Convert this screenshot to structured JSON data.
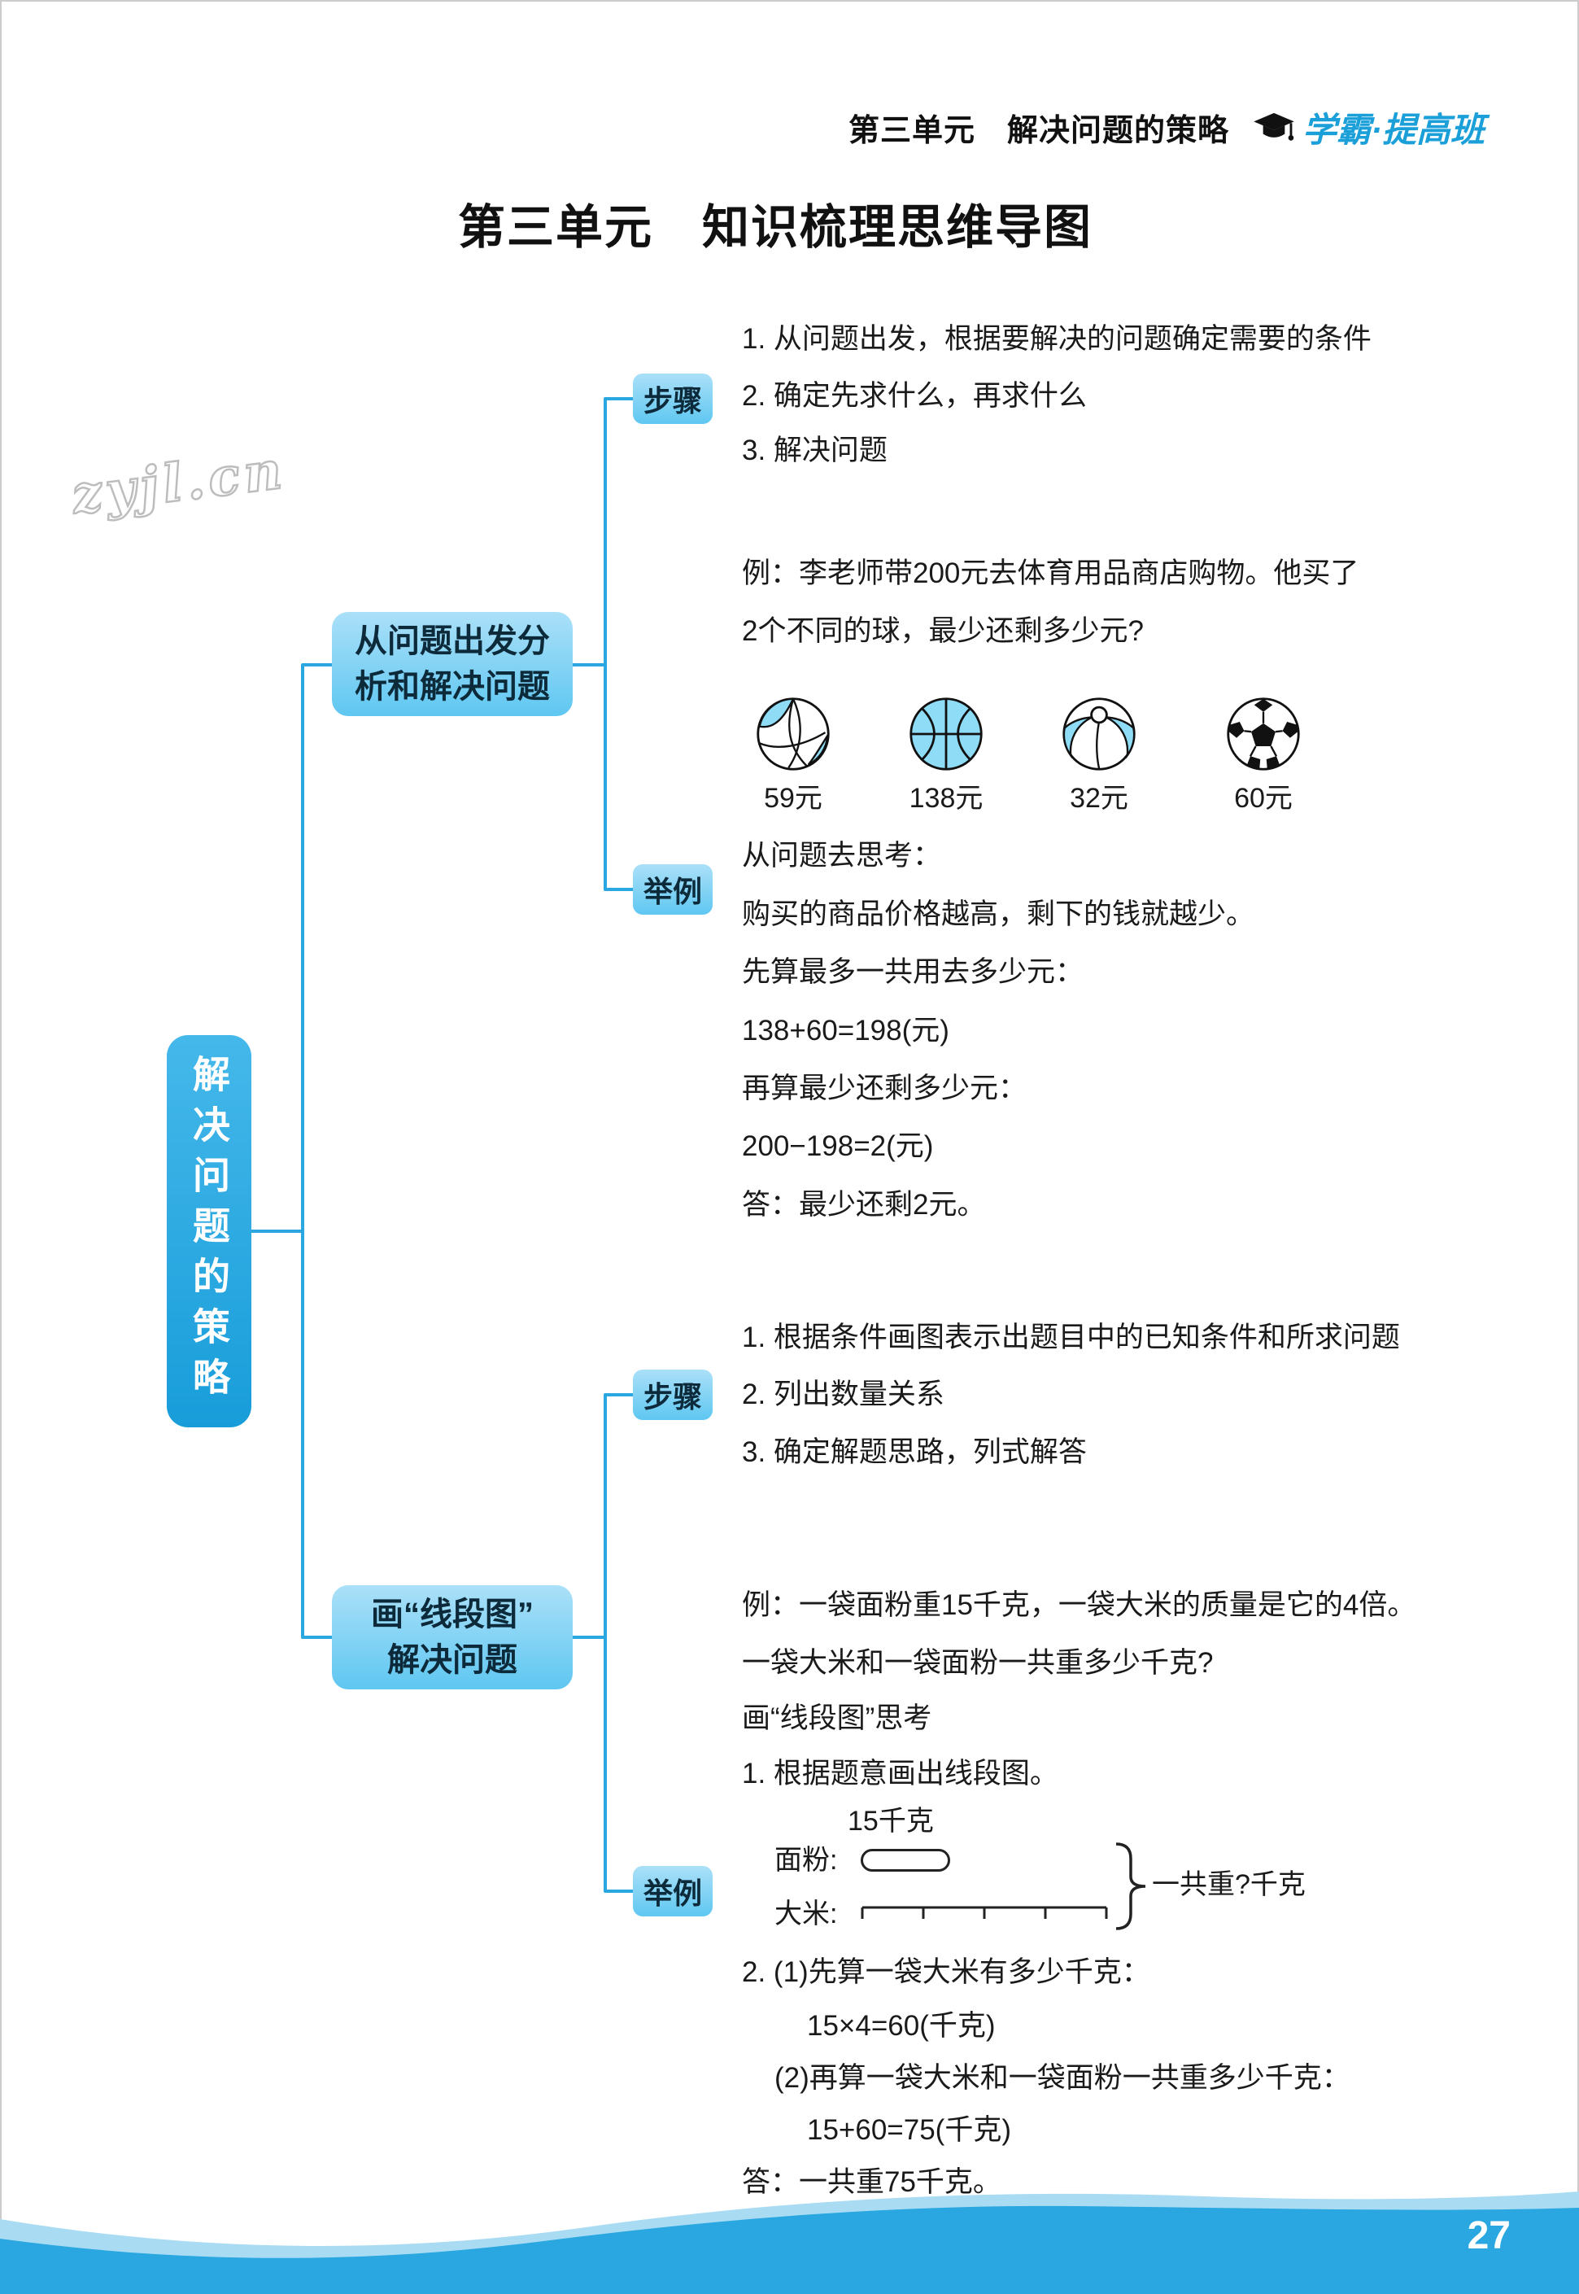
{
  "colors": {
    "accent": "#2aa7e0",
    "node_fill": "#8fd8f6",
    "ball_cyan": "#8fdcf6"
  },
  "header": {
    "unit_label": "第三单元　解决问题的策略",
    "brand": "学霸·提高班"
  },
  "title": "第三单元　知识梳理思维导图",
  "watermark": "zyjl.cn",
  "footer": {
    "page_number": "27"
  },
  "mindmap": {
    "root_label": "解决问题的策略",
    "branches": [
      {
        "label_lines": [
          "从问题出发分",
          "析和解决问题"
        ],
        "steps_label": "步骤",
        "steps": [
          "1. 从问题出发，根据要解决的问题确定需要的条件",
          "2. 确定先求什么，再求什么",
          "3. 解决问题"
        ],
        "example_label": "举例",
        "example": {
          "problem_lines": [
            "例：李老师带200元去体育用品商店购物。他买了",
            "2个不同的球，最少还剩多少元?"
          ],
          "balls": [
            {
              "name": "volleyball",
              "price": "59元"
            },
            {
              "name": "basketball",
              "price": "138元"
            },
            {
              "name": "beach-ball",
              "price": "32元"
            },
            {
              "name": "soccer-ball",
              "price": "60元"
            }
          ],
          "solution_lines": [
            "从问题去思考：",
            "购买的商品价格越高，剩下的钱就越少。",
            "先算最多一共用去多少元：",
            "138+60=198(元)",
            "再算最少还剩多少元：",
            "200−198=2(元)",
            "答：最少还剩2元。"
          ]
        }
      },
      {
        "label_lines": [
          "画“线段图”",
          "解决问题"
        ],
        "steps_label": "步骤",
        "steps": [
          "1. 根据条件画图表示出题目中的已知条件和所求问题",
          "2. 列出数量关系",
          "3. 确定解题思路，列式解答"
        ],
        "example_label": "举例",
        "example": {
          "problem_lines": [
            "例：一袋面粉重15千克，一袋大米的质量是它的4倍。",
            "一袋大米和一袋面粉一共重多少千克?",
            "画“线段图”思考",
            "1. 根据题意画出线段图。"
          ],
          "diagram": {
            "amount_label": "15千克",
            "flour_label": "面粉:",
            "rice_label": "大米:",
            "total_label": "一共重?千克"
          },
          "solution_lines": [
            "2. (1)先算一袋大米有多少千克：",
            "15×4=60(千克)",
            "(2)再算一袋大米和一袋面粉一共重多少千克：",
            "15+60=75(千克)",
            "答：一共重75千克。"
          ]
        }
      }
    ]
  }
}
